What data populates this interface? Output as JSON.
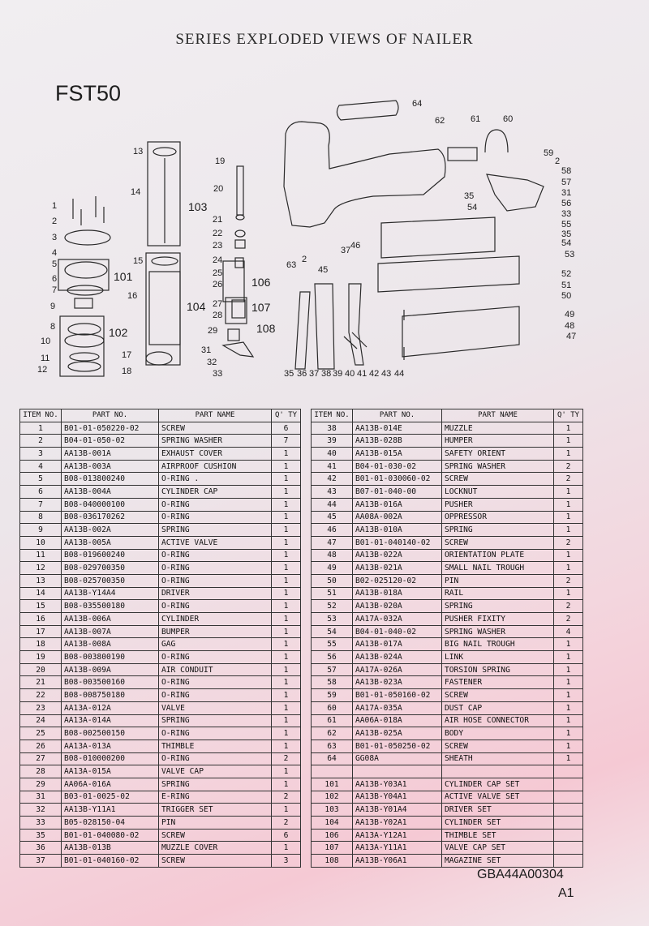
{
  "title": "SERIES EXPLODED VIEWS OF NAILER",
  "model": "FST50",
  "document_code": "GBA44A00304",
  "revision": "A1",
  "diagram": {
    "labels": [
      "1",
      "2",
      "3",
      "4",
      "5",
      "6",
      "7",
      "9",
      "8",
      "10",
      "11",
      "12",
      "13",
      "14",
      "15",
      "16",
      "17",
      "18",
      "19",
      "20",
      "21",
      "22",
      "23",
      "24",
      "25",
      "26",
      "27",
      "28",
      "29",
      "31",
      "32",
      "33",
      "64",
      "62",
      "61",
      "60",
      "59",
      "2",
      "58",
      "57",
      "31",
      "56",
      "35",
      "54",
      "33",
      "55",
      "35",
      "54",
      "53",
      "52",
      "51",
      "50",
      "49",
      "48",
      "47",
      "63",
      "2",
      "45",
      "37",
      "46",
      "108",
      "35",
      "36",
      "37",
      "38",
      "39",
      "40",
      "41",
      "42",
      "43",
      "44"
    ],
    "groups": [
      "101",
      "102",
      "103",
      "104",
      "106",
      "107"
    ]
  },
  "headers": [
    "ITEM NO.",
    "PART NO.",
    "PART NAME",
    "Q' TY"
  ],
  "left_rows": [
    [
      "1",
      "B01-01-050220-02",
      "SCREW",
      "6"
    ],
    [
      "2",
      "B04-01-050-02",
      "SPRING WASHER",
      "7"
    ],
    [
      "3",
      "AA13B-001A",
      "EXHAUST COVER",
      "1"
    ],
    [
      "4",
      "AA13B-003A",
      "AIRPROOF CUSHION",
      "1"
    ],
    [
      "5",
      "B08-013800240",
      "O-RING .",
      "1"
    ],
    [
      "6",
      "AA13B-004A",
      "CYLINDER CAP",
      "1"
    ],
    [
      "7",
      "B08-040000100",
      "O-RING",
      "1"
    ],
    [
      "8",
      "B08-036170262",
      "O-RING",
      "1"
    ],
    [
      "9",
      "AA13B-002A",
      "SPRING",
      "1"
    ],
    [
      "10",
      "AA13B-005A",
      "ACTIVE VALVE",
      "1"
    ],
    [
      "11",
      "B08-019600240",
      "O-RING",
      "1"
    ],
    [
      "12",
      "B08-029700350",
      "O-RING",
      "1"
    ],
    [
      "13",
      "B08-025700350",
      "O-RING",
      "1"
    ],
    [
      "14",
      "AA13B-Y14A4",
      "DRIVER",
      "1"
    ],
    [
      "15",
      "B08-035500180",
      "O-RING",
      "1"
    ],
    [
      "16",
      "AA13B-006A",
      "CYLINDER",
      "1"
    ],
    [
      "17",
      "AA13B-007A",
      "BUMPER",
      "1"
    ],
    [
      "18",
      "AA13B-008A",
      "GAG",
      "1"
    ],
    [
      "19",
      "B08-003800190",
      "O-RING",
      "1"
    ],
    [
      "20",
      "AA13B-009A",
      "AIR CONDUIT",
      "1"
    ],
    [
      "21",
      "B08-003500160",
      "O-RING",
      "1"
    ],
    [
      "22",
      "B08-008750180",
      "O-RING",
      "1"
    ],
    [
      "23",
      "AA13A-012A",
      "VALVE",
      "1"
    ],
    [
      "24",
      "AA13A-014A",
      "SPRING",
      "1"
    ],
    [
      "25",
      "B08-002500150",
      "O-RING",
      "1"
    ],
    [
      "26",
      "AA13A-013A",
      "THIMBLE",
      "1"
    ],
    [
      "27",
      "B08-010000200",
      "O-RING",
      "2"
    ],
    [
      "28",
      "AA13A-015A",
      "VALVE CAP",
      "1"
    ],
    [
      "29",
      "AA06A-016A",
      "SPRING",
      "1"
    ],
    [
      "31",
      "B03-01-0025-02",
      "E-RING",
      "2"
    ],
    [
      "32",
      "AA13B-Y11A1",
      "TRIGGER SET",
      "1"
    ],
    [
      "33",
      "B05-028150-04",
      "PIN",
      "2"
    ],
    [
      "35",
      "B01-01-040080-02",
      "SCREW",
      "6"
    ],
    [
      "36",
      "AA13B-013B",
      "MUZZLE  COVER",
      "1"
    ],
    [
      "37",
      "B01-01-040160-02",
      "SCREW",
      "3"
    ]
  ],
  "right_rows": [
    [
      "38",
      "AA13B-014E",
      "MUZZLE",
      "1"
    ],
    [
      "39",
      "AA13B-028B",
      "HUMPER",
      "1"
    ],
    [
      "40",
      "AA13B-015A",
      "SAFETY ORIENT",
      "1"
    ],
    [
      "41",
      "B04-01-030-02",
      "SPRING WASHER",
      "2"
    ],
    [
      "42",
      "B01-01-030060-02",
      "SCREW",
      "2"
    ],
    [
      "43",
      "B07-01-040-00",
      "LOCKNUT",
      "1"
    ],
    [
      "44",
      "AA13B-016A",
      "PUSHER",
      "1"
    ],
    [
      "45",
      "AA08A-002A",
      "OPPRESSOR",
      "1"
    ],
    [
      "46",
      "AA13B-010A",
      "SPRING",
      "1"
    ],
    [
      "47",
      "B01-01-040140-02",
      "SCREW",
      "2"
    ],
    [
      "48",
      "AA13B-022A",
      "ORIENTATION PLATE",
      "1"
    ],
    [
      "49",
      "AA13B-021A",
      "SMALL NAIL TROUGH",
      "1"
    ],
    [
      "50",
      "B02-025120-02",
      "PIN",
      "2"
    ],
    [
      "51",
      "AA13B-018A",
      "RAIL",
      "1"
    ],
    [
      "52",
      "AA13B-020A",
      "SPRING",
      "2"
    ],
    [
      "53",
      "AA17A-032A",
      "PUSHER FIXITY",
      "2"
    ],
    [
      "54",
      "B04-01-040-02",
      "SPRING WASHER",
      "4"
    ],
    [
      "55",
      "AA13B-017A",
      "BIG NAIL TROUGH",
      "1"
    ],
    [
      "56",
      "AA13B-024A",
      "LINK",
      "1"
    ],
    [
      "57",
      "AA17A-026A",
      "TORSION SPRING",
      "1"
    ],
    [
      "58",
      "AA13B-023A",
      "FASTENER",
      "1"
    ],
    [
      "59",
      "B01-01-050160-02",
      "SCREW",
      "1"
    ],
    [
      "60",
      "AA17A-035A",
      "DUST CAP",
      "1"
    ],
    [
      "61",
      "AA06A-018A",
      "AIR HOSE CONNECTOR",
      "1"
    ],
    [
      "62",
      "AA13B-025A",
      "BODY",
      "1"
    ],
    [
      "63",
      "B01-01-050250-02",
      "SCREW",
      "1"
    ],
    [
      "64",
      "GG08A",
      "SHEATH",
      "1"
    ],
    [
      "",
      "",
      "",
      ""
    ],
    [
      "101",
      "AA13B-Y03A1",
      "CYLINDER CAP SET",
      ""
    ],
    [
      "102",
      "AA13B-Y04A1",
      "ACTIVE VALVE SET",
      ""
    ],
    [
      "103",
      "AA13B-Y01A4",
      "DRIVER SET",
      ""
    ],
    [
      "104",
      "AA13B-Y02A1",
      "CYLINDER SET",
      ""
    ],
    [
      "106",
      "AA13A-Y12A1",
      "THIMBLE SET",
      ""
    ],
    [
      "107",
      "AA13A-Y11A1",
      "VALVE CAP SET",
      ""
    ],
    [
      "108",
      "AA13B-Y06A1",
      "MAGAZINE SET",
      ""
    ]
  ]
}
